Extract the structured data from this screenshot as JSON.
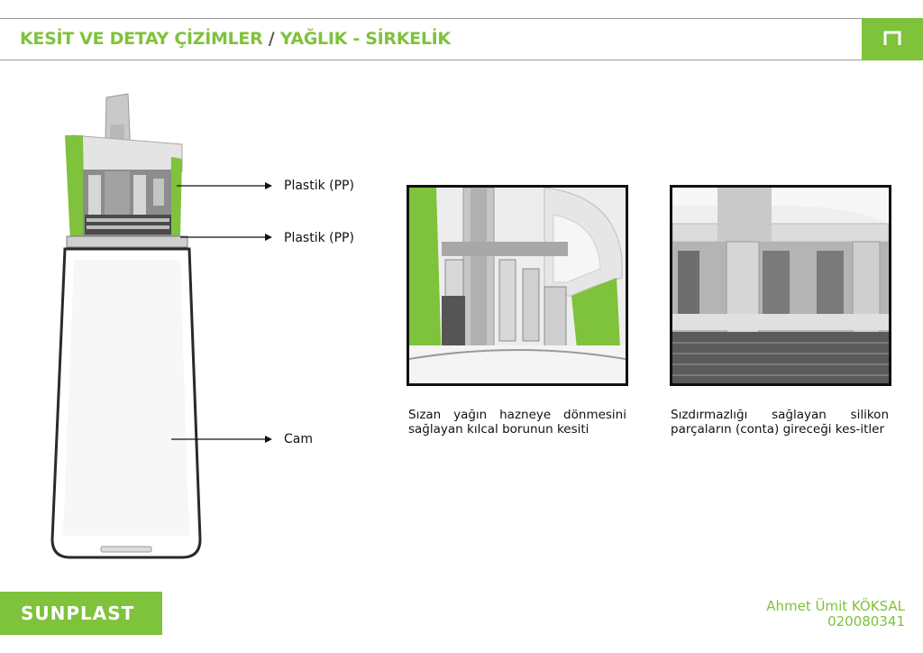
{
  "header": {
    "title_part1": "KESİT VE DETAY ÇİZİMLER",
    "separator": " / ",
    "title_part2": "YAĞLIK - SİRKELİK"
  },
  "corner_icon": "page-tab-icon",
  "labels": {
    "cap": "Plastik (PP)",
    "ring": "Plastik (PP)",
    "body": "Cam"
  },
  "captions": {
    "left": "Sızan yağın hazneye dönmesini sağlayan kılcal borunun kesiti",
    "right": "Sızdırmazlığı sağlayan silikon parçaların (conta) gireceği kes-itler"
  },
  "footer": {
    "brand": "SUNPLAST",
    "author": "Ahmet Ümit KÖKSAL",
    "student_id": "020080341"
  },
  "colors": {
    "accent": "#7fc23b",
    "dark": "#111111"
  }
}
